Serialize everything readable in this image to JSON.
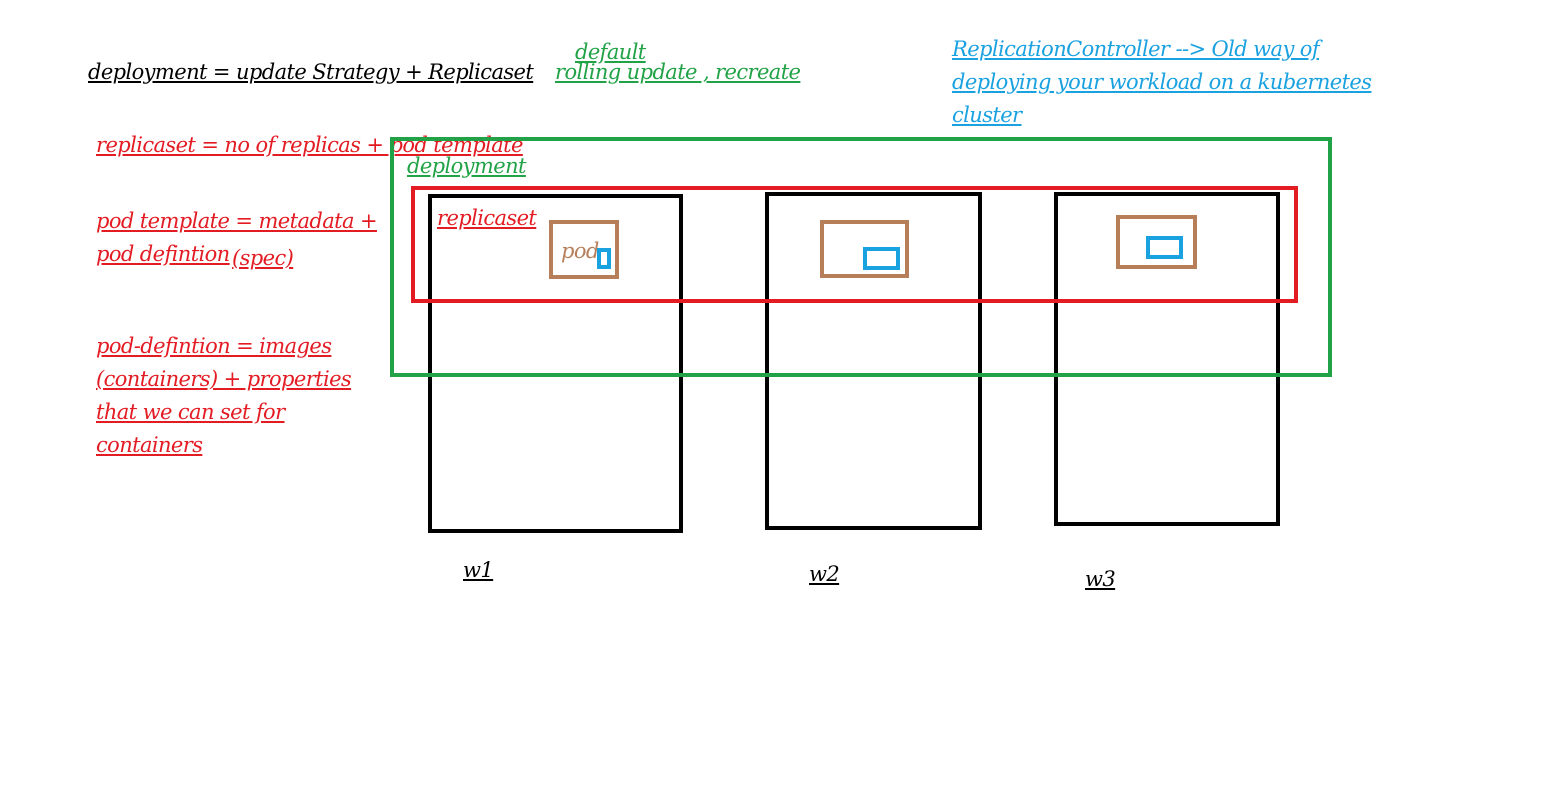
{
  "notes": {
    "deployment_eq": "deployment = update Strategy + Replicaset",
    "default": "default",
    "strategies": "rolling update , recreate",
    "rc_line1": "ReplicationController  --> Old way of",
    "rc_line2": "deploying your workload on a kubernetes",
    "rc_line3": "cluster",
    "replicaset_eq": "replicaset = no of replicas +  pod template",
    "pod_template_eq": "pod template = metadata +",
    "pod_defintion": "pod defintion",
    "spec": "(spec)",
    "pod_def_line1": "pod-defintion = images",
    "pod_def_line2": "(containers) + properties",
    "pod_def_line3": "that we can set for",
    "pod_def_line4": "containers"
  },
  "diagram": {
    "deployment_label": "deployment",
    "replicaset_label": "replicaset",
    "pod_label": "pod",
    "workers": [
      "w1",
      "w2",
      "w3"
    ]
  },
  "colors": {
    "black": "#000000",
    "red": "#e31b23",
    "green": "#22a246",
    "blue": "#1aa1e0",
    "brown": "#b67f5a"
  }
}
